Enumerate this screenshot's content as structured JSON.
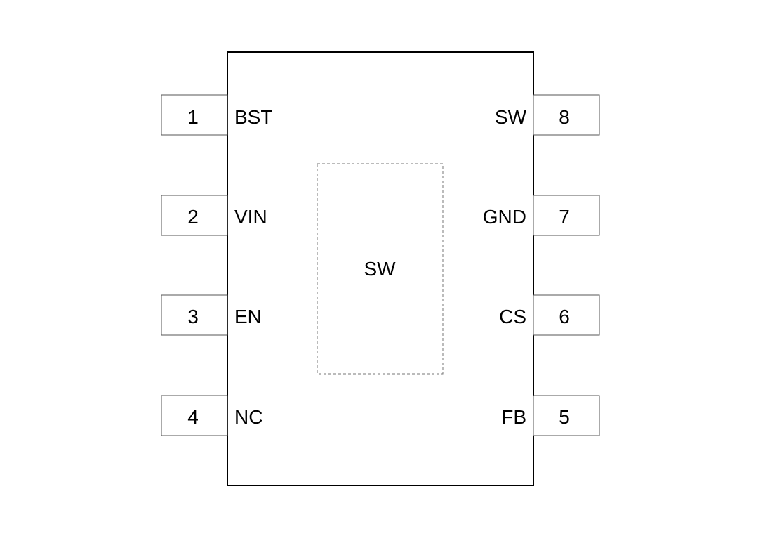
{
  "package": {
    "left_pins": [
      {
        "number": "1",
        "name": "BST"
      },
      {
        "number": "2",
        "name": "VIN"
      },
      {
        "number": "3",
        "name": "EN"
      },
      {
        "number": "4",
        "name": "NC"
      }
    ],
    "right_pins": [
      {
        "number": "8",
        "name": "SW"
      },
      {
        "number": "7",
        "name": "GND"
      },
      {
        "number": "6",
        "name": "CS"
      },
      {
        "number": "5",
        "name": "FB"
      }
    ],
    "exposed_pad_label": "SW"
  },
  "colors": {
    "outline": "#000000",
    "pin_outline": "#555555",
    "pad_outline": "#777777"
  }
}
